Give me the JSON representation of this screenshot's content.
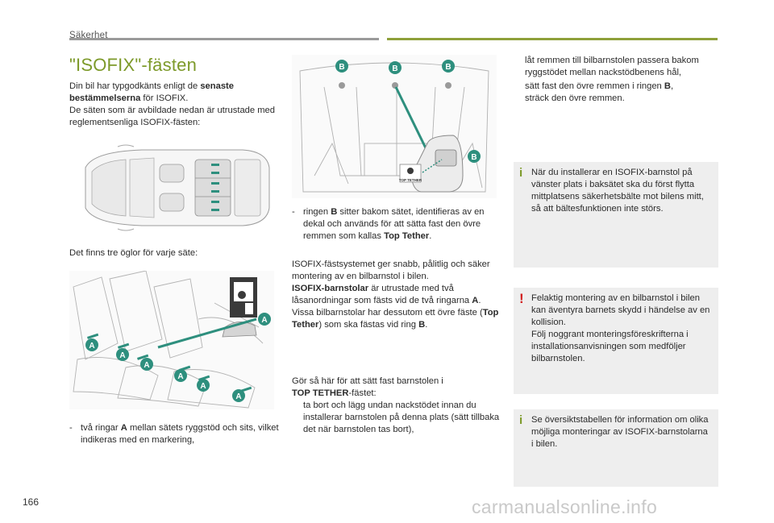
{
  "header": {
    "section": "Säkerhet",
    "colors": {
      "rule_left": "#9a9a9a",
      "rule_right": "#8ea03a",
      "title": "#7d9a2a"
    }
  },
  "title": "\"ISOFIX\"-fästen",
  "intro": {
    "line1_pre": "Din bil har typgodkänts enligt de ",
    "line1_bold": "senaste bestämmelserna",
    "line1_post": " för ISOFIX.",
    "line2": "De säten som är avbildade nedan är utrustade med reglementsenliga ISOFIX-fästen:"
  },
  "three_rings": "Det finns tre öglor för varje säte:",
  "item_a": {
    "dash": "-",
    "pre": "två ringar ",
    "bold": "A",
    "post": " mellan sätets ryggstöd och sits, vilket indikeras med en markering,"
  },
  "item_b": {
    "dash": "-",
    "pre": "ringen ",
    "bold": "B",
    "mid": " sitter bakom sätet, identifieras av en dekal och används för att sätta fast den övre remmen som kallas ",
    "bold2": "Top Tether",
    "post": "."
  },
  "system": {
    "p1": "ISOFIX-fästsystemet ger snabb, pålitlig och säker montering av en bilbarnstol i bilen.",
    "bold1": "ISOFIX-barnstolar",
    "p2": " är utrustade med två låsanordningar som fästs vid de två ringarna ",
    "bold2": "A",
    "p3": ". Vissa bilbarnstolar har dessutom ett övre fäste (",
    "bold3": "Top Tether",
    "p4": ") som ska fästas vid ring ",
    "bold4": "B",
    "p5": "."
  },
  "howto": {
    "pre": "Gör så här för att sätt fast barnstolen i ",
    "bold": "TOP TETHER",
    "post": "-fästet:"
  },
  "steps": [
    {
      "mark": "",
      "text": "ta bort och lägg undan nackstödet innan du installerar barnstolen på denna plats (sätt tillbaka det när barnstolen tas bort),"
    },
    {
      "mark": "",
      "text": "låt remmen till bilbarnstolen passera bakom ryggstödet mellan nackstödbenens hål,"
    },
    {
      "mark": "",
      "pre": "sätt fast den övre remmen i ringen ",
      "bold": "B",
      "post": ","
    },
    {
      "mark": "",
      "text": "sträck den övre remmen."
    }
  ],
  "notes": [
    {
      "icon": "info-icon",
      "symbol": "i",
      "text": "När du installerar en ISOFIX-barnstol på vänster plats i baksätet ska du först flytta mittplatsens säkerhetsbälte mot bilens mitt, så att bältesfunktionen inte störs."
    },
    {
      "icon": "warning-icon",
      "symbol": "!",
      "text": "Felaktig montering av en bilbarnstol i bilen kan äventyra barnets skydd i händelse av en kollision.\nFölj noggrant monteringsföreskrifterna i installationsanvisningen som medföljer bilbarnstolen."
    },
    {
      "icon": "info-icon",
      "symbol": "i",
      "text": "Se översiktstabellen för information om olika möjliga monteringar av ISOFIX-barnstolarna i bilen."
    }
  ],
  "figure_labels": {
    "a": "A",
    "b": "B",
    "tether": "TOP TETHER"
  },
  "page_number": "166",
  "watermark": "carmanualsonline.info"
}
